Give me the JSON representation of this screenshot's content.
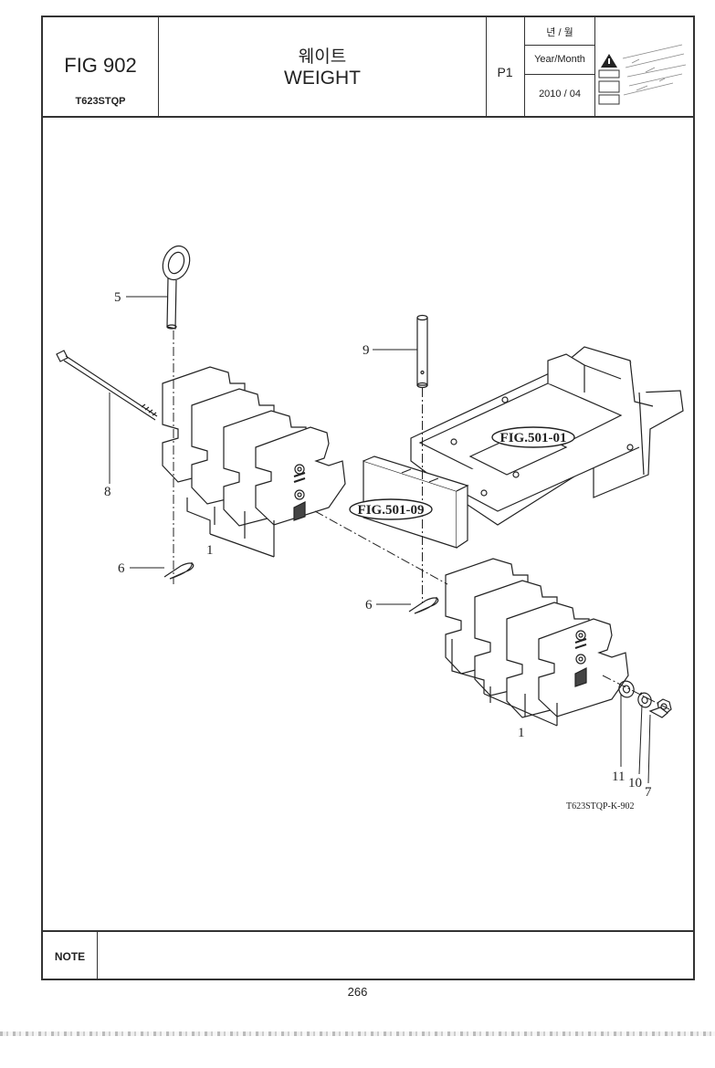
{
  "header": {
    "fig_label": "FIG 902",
    "model": "T623STQP",
    "title_korean": "웨이트",
    "title_english": "WEIGHT",
    "page_indicator": "P1",
    "year_month_korean": "년 / 월",
    "year_month_label": "Year/Month",
    "year_month_value": "2010 / 04"
  },
  "diagram": {
    "callouts": [
      "5",
      "9",
      "8",
      "1",
      "6",
      "6",
      "1",
      "11",
      "10",
      "7"
    ],
    "references": [
      "FIG.501-01",
      "FIG.501-09"
    ],
    "drawing_code": "T623STQP-K-902"
  },
  "footer": {
    "note_label": "NOTE",
    "page_number": "266"
  },
  "icons": [
    "warning-triangle-icon",
    "manual-pages-icon"
  ]
}
